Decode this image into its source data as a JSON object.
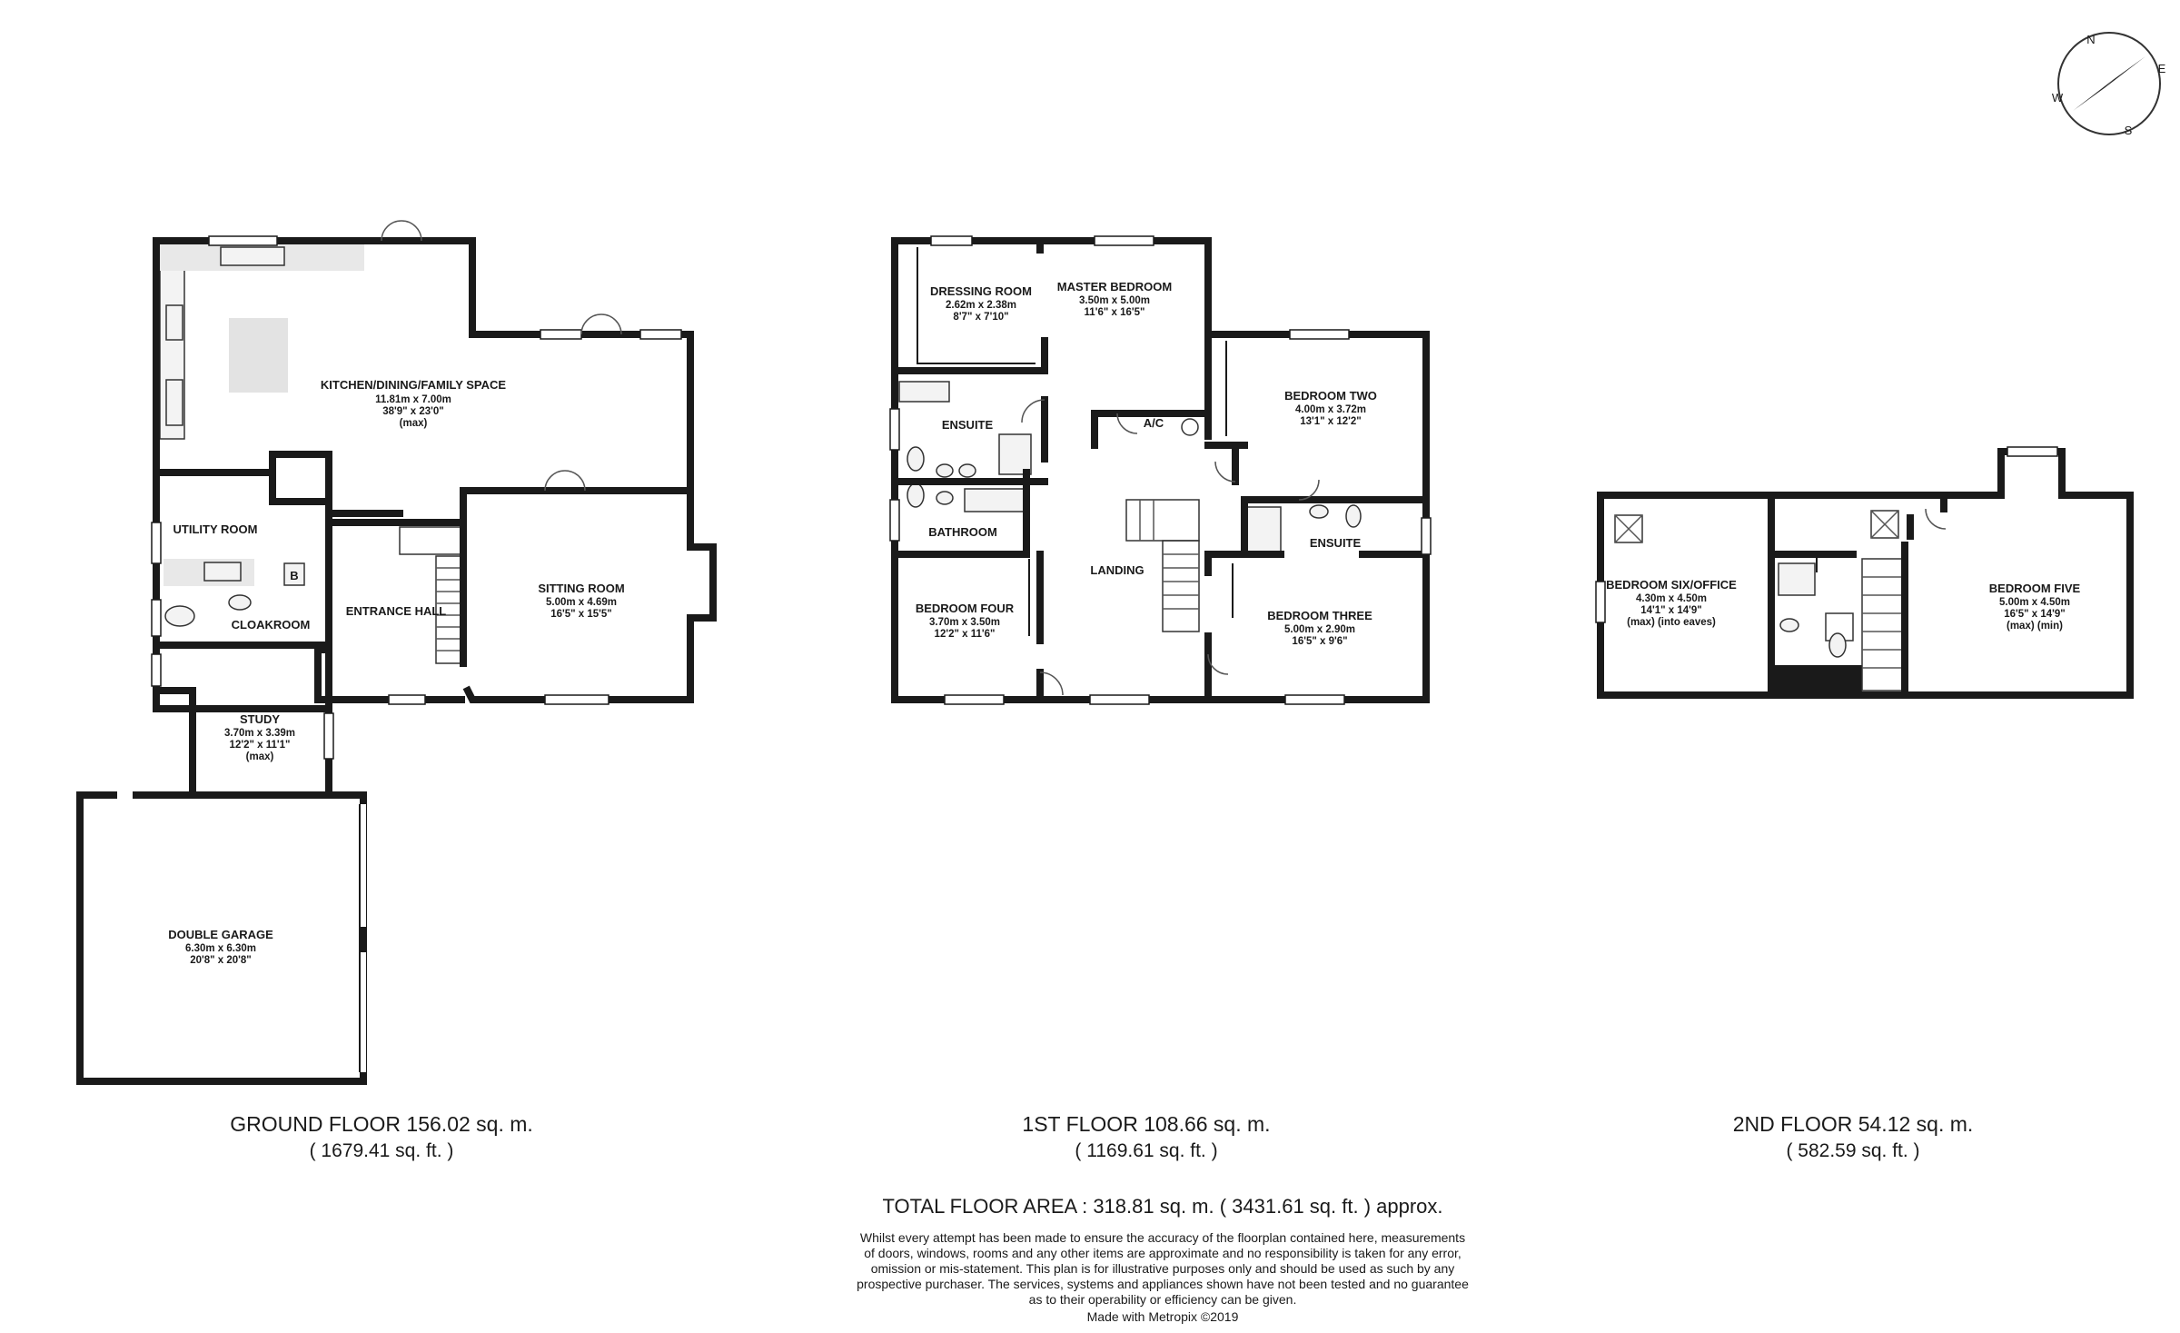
{
  "floors": [
    {
      "name": "GROUND FLOOR 156.02 sq. m.",
      "area_sqft": "( 1679.41 sq. ft. )"
    },
    {
      "name": "1ST FLOOR 108.66 sq. m.",
      "area_sqft": "( 1169.61 sq. ft. )"
    },
    {
      "name": "2ND FLOOR 54.12 sq. m.",
      "area_sqft": "( 582.59 sq. ft. )"
    }
  ],
  "rooms": {
    "kitchen": {
      "name": "KITCHEN/DINING/FAMILY SPACE",
      "metric": "11.81m x 7.00m",
      "imperial": "38'9\" x 23'0\"",
      "note": "(max)"
    },
    "utility": {
      "name": "UTILITY ROOM"
    },
    "cloakroom": {
      "name": "CLOAKROOM"
    },
    "entrance": {
      "name": "ENTRANCE HALL"
    },
    "sitting": {
      "name": "SITTING ROOM",
      "metric": "5.00m x 4.69m",
      "imperial": "16'5\" x 15'5\""
    },
    "study": {
      "name": "STUDY",
      "metric": "3.70m x 3.39m",
      "imperial": "12'2\" x 11'1\"",
      "note": "(max)"
    },
    "garage": {
      "name": "DOUBLE GARAGE",
      "metric": "6.30m x 6.30m",
      "imperial": "20'8\" x 20'8\""
    },
    "dressing": {
      "name": "DRESSING ROOM",
      "metric": "2.62m x 2.38m",
      "imperial": "8'7\" x 7'10\""
    },
    "master": {
      "name": "MASTER BEDROOM",
      "metric": "3.50m x 5.00m",
      "imperial": "11'6\" x 16'5\""
    },
    "ensuite1": {
      "name": "ENSUITE"
    },
    "ac": {
      "name": "A/C"
    },
    "bed2": {
      "name": "BEDROOM TWO",
      "metric": "4.00m x 3.72m",
      "imperial": "13'1\" x 12'2\""
    },
    "bathroom": {
      "name": "BATHROOM"
    },
    "ensuite2": {
      "name": "ENSUITE"
    },
    "landing": {
      "name": "LANDING"
    },
    "bed4": {
      "name": "BEDROOM FOUR",
      "metric": "3.70m x 3.50m",
      "imperial": "12'2\" x 11'6\""
    },
    "bed3": {
      "name": "BEDROOM THREE",
      "metric": "5.00m x 2.90m",
      "imperial": "16'5\" x 9'6\""
    },
    "bed6": {
      "name": "BEDROOM SIX/OFFICE",
      "metric": "4.30m x 4.50m",
      "imperial": "14'1\" x 14'9\"",
      "note": "(max)  (into eaves)"
    },
    "bed5": {
      "name": "BEDROOM FIVE",
      "metric": "5.00m x 4.50m",
      "imperial": "16'5\" x 14'9\"",
      "note": "(max)   (min)"
    }
  },
  "fixtures": {
    "boiler": "B"
  },
  "compass": {
    "n": "N",
    "e": "E",
    "s": "S",
    "w": "W"
  },
  "total": "TOTAL FLOOR AREA : 318.81 sq. m. ( 3431.61 sq. ft. ) approx.",
  "disclaimer": [
    "Whilst every attempt has been made to ensure the accuracy of the floorplan contained here, measurements",
    "of doors, windows, rooms and any other items are approximate and no responsibility is taken for any error,",
    "omission or mis-statement. This plan is for illustrative purposes only and should be used as such by any",
    "prospective purchaser. The services, systems and appliances shown have not been tested and no guarantee",
    "as to their operability or efficiency can be given."
  ],
  "credit": "Made with Metropix ©2019"
}
